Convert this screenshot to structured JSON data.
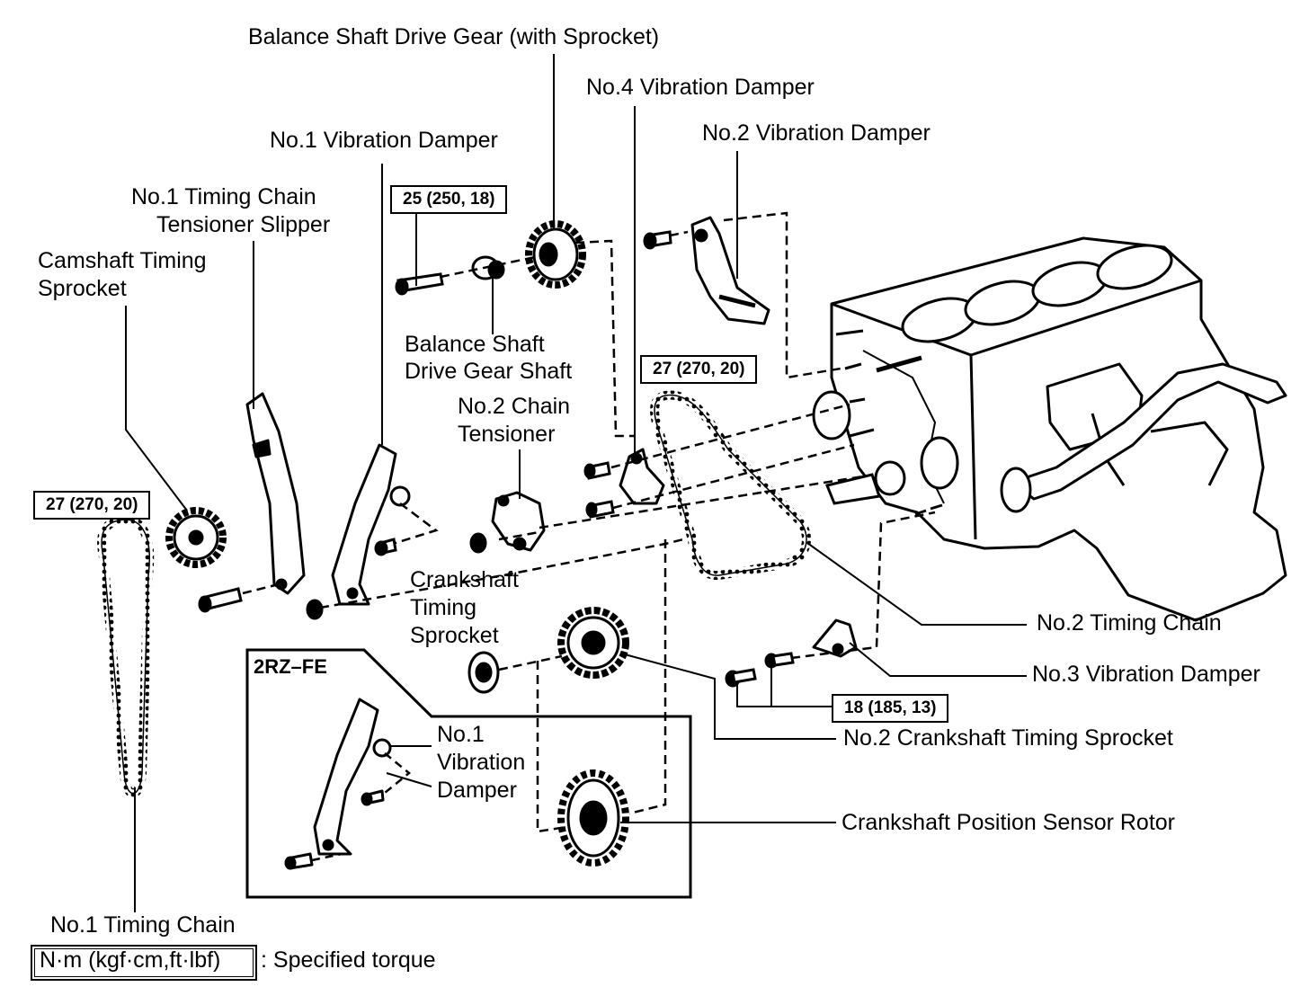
{
  "labels": {
    "balance_drive_gear": "Balance Shaft Drive Gear (with Sprocket)",
    "no4_damper": "No.4 Vibration Damper",
    "no2_damper": "No.2 Vibration Damper",
    "no1_damper": "No.1 Vibration Damper",
    "no1_slipper_1": "No.1 Timing Chain",
    "no1_slipper_2": "Tensioner Slipper",
    "cam_sprocket_1": "Camshaft Timing",
    "cam_sprocket_2": "Sprocket",
    "balance_shaft_1": "Balance Shaft",
    "balance_shaft_2": "Drive Gear Shaft",
    "no2_tensioner_1": "No.2 Chain",
    "no2_tensioner_2": "Tensioner",
    "crank_sprocket_1": "Crankshaft",
    "crank_sprocket_2": "Timing",
    "crank_sprocket_3": "Sprocket",
    "no2_timing_chain": "No.2 Timing Chain",
    "no3_damper": "No.3 Vibration Damper",
    "no2_crank_sprocket": "No.2 Crankshaft Timing Sprocket",
    "crank_sensor_rotor": "Crankshaft Position Sensor Rotor",
    "no1_timing_chain": "No.1 Timing Chain",
    "inset_damper_1": "No.1",
    "inset_damper_2": "Vibration",
    "inset_damper_3": "Damper"
  },
  "torques": {
    "t1": "25 (250, 18)",
    "t2": "27 (270, 20)",
    "t3": "27 (270, 20)",
    "t4": "18 (185, 13)"
  },
  "inset_title": "2RZ–FE",
  "legend": {
    "unit": "N·m (kgf·cm,ft·lbf)",
    "text": ": Specified torque"
  }
}
